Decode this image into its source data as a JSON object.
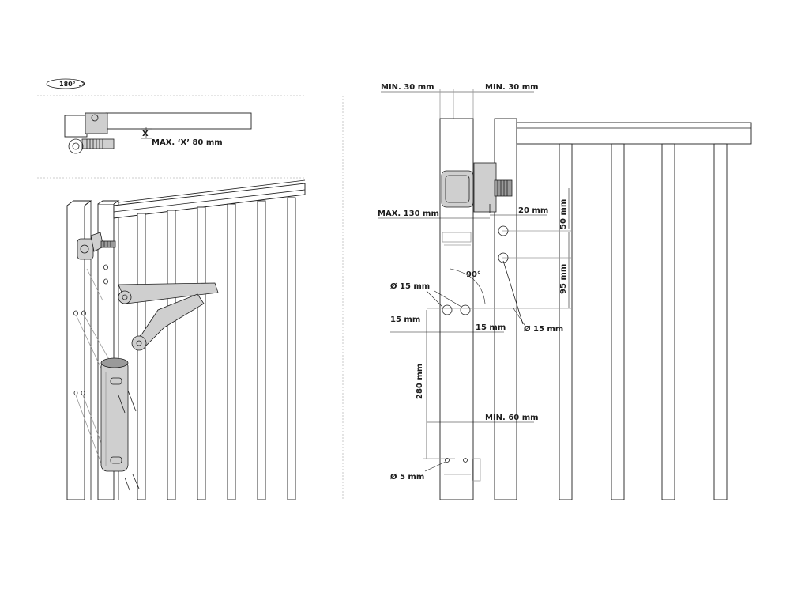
{
  "rotation_label": "180°",
  "labels": {
    "max_x": "MAX. ‘X’ 80 mm",
    "x_marker": "X",
    "min_30_left": "MIN. 30 mm",
    "min_30_right": "MIN. 30 mm",
    "max_130": "MAX. 130 mm",
    "d20": "20 mm",
    "d50": "50 mm",
    "d95": "95 mm",
    "angle90": "90°",
    "hole15_top": "Ø 15 mm",
    "hole15_right": "Ø 15 mm",
    "w15_left": "15 mm",
    "w15_right": "15 mm",
    "d280": "280 mm",
    "min_60": "MIN. 60 mm",
    "hole5": "Ø 5 mm"
  },
  "colors": {
    "line": "#1e1e1e",
    "light": "#9a9a9a",
    "dashed": "#bdbdbd",
    "metal": "#cfcfcf"
  },
  "icons": [
    "rotate-arrow-icon",
    "hinge-icon",
    "door-closer-icon",
    "screw-icon"
  ]
}
